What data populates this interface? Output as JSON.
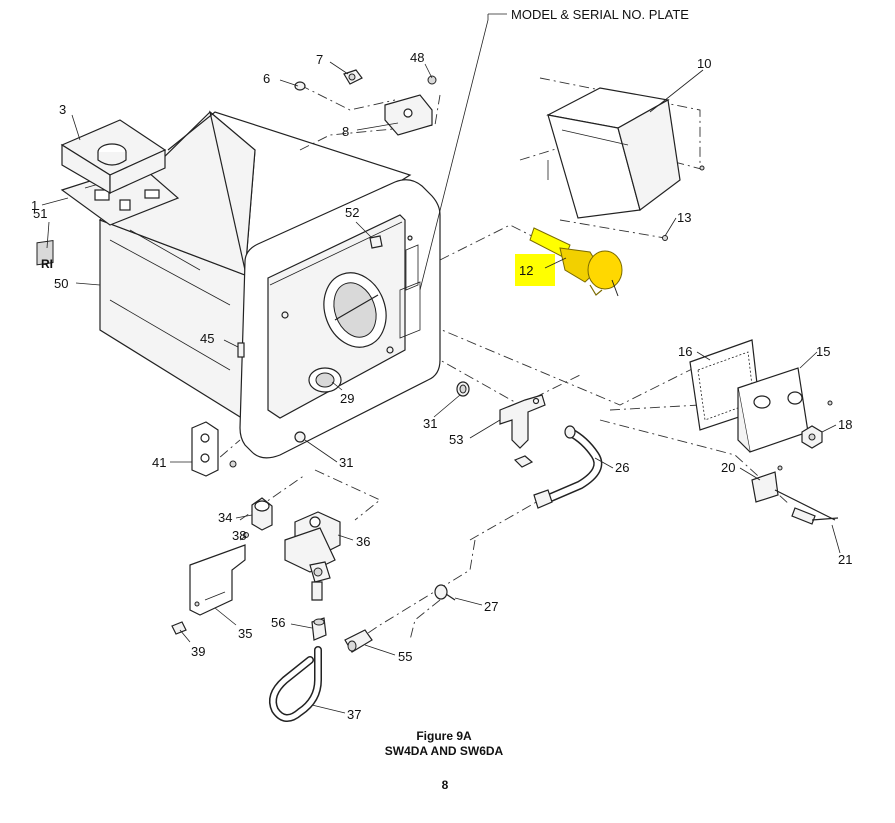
{
  "header": {
    "plate_label": "MODEL & SERIAL NO. PLATE"
  },
  "highlight_color": "#ffff00",
  "highlighted_part": "12",
  "part_labels": [
    {
      "id": "p1",
      "text": "1"
    },
    {
      "id": "p3",
      "text": "3"
    },
    {
      "id": "p6",
      "text": "6"
    },
    {
      "id": "p7",
      "text": "7"
    },
    {
      "id": "p8",
      "text": "8"
    },
    {
      "id": "p10",
      "text": "10"
    },
    {
      "id": "p12",
      "text": "12"
    },
    {
      "id": "p13",
      "text": "13"
    },
    {
      "id": "p15",
      "text": "15"
    },
    {
      "id": "p16",
      "text": "16"
    },
    {
      "id": "p18",
      "text": "18"
    },
    {
      "id": "p20",
      "text": "20"
    },
    {
      "id": "p21",
      "text": "21"
    },
    {
      "id": "p26",
      "text": "26"
    },
    {
      "id": "p27",
      "text": "27"
    },
    {
      "id": "p29",
      "text": "29"
    },
    {
      "id": "p31a",
      "text": "31"
    },
    {
      "id": "p31b",
      "text": "31"
    },
    {
      "id": "p34",
      "text": "34"
    },
    {
      "id": "p35",
      "text": "35"
    },
    {
      "id": "p36",
      "text": "36"
    },
    {
      "id": "p37",
      "text": "37"
    },
    {
      "id": "p38",
      "text": "38"
    },
    {
      "id": "p39",
      "text": "39"
    },
    {
      "id": "p41",
      "text": "41"
    },
    {
      "id": "p45",
      "text": "45"
    },
    {
      "id": "p48",
      "text": "48"
    },
    {
      "id": "p50",
      "text": "50"
    },
    {
      "id": "p51",
      "text": "51"
    },
    {
      "id": "p52",
      "text": "52"
    },
    {
      "id": "p53",
      "text": "53"
    },
    {
      "id": "p55",
      "text": "55"
    },
    {
      "id": "p56",
      "text": "56"
    }
  ],
  "caption": {
    "figure": "Figure 9A",
    "models": "SW4DA AND SW6DA",
    "page_number": "8"
  }
}
